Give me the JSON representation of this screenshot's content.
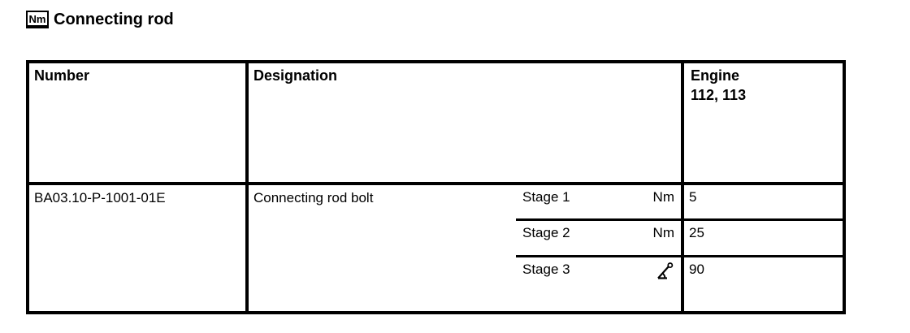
{
  "title": {
    "icon": "Nm",
    "text": "Connecting rod"
  },
  "table": {
    "header": {
      "number": "Number",
      "designation": "Designation",
      "engine_line1": "Engine",
      "engine_line2": "112, 113"
    },
    "row": {
      "number": "BA03.10-P-1001-01E",
      "designation": "Connecting rod bolt",
      "stages": [
        {
          "label": "Stage 1",
          "unit": "Nm",
          "value": "5"
        },
        {
          "label": "Stage 2",
          "unit": "Nm",
          "value": "25"
        },
        {
          "label": "Stage 3",
          "unit": "∡°",
          "value": "90"
        }
      ]
    }
  },
  "colors": {
    "ink": "#000000",
    "paper": "#ffffff"
  }
}
